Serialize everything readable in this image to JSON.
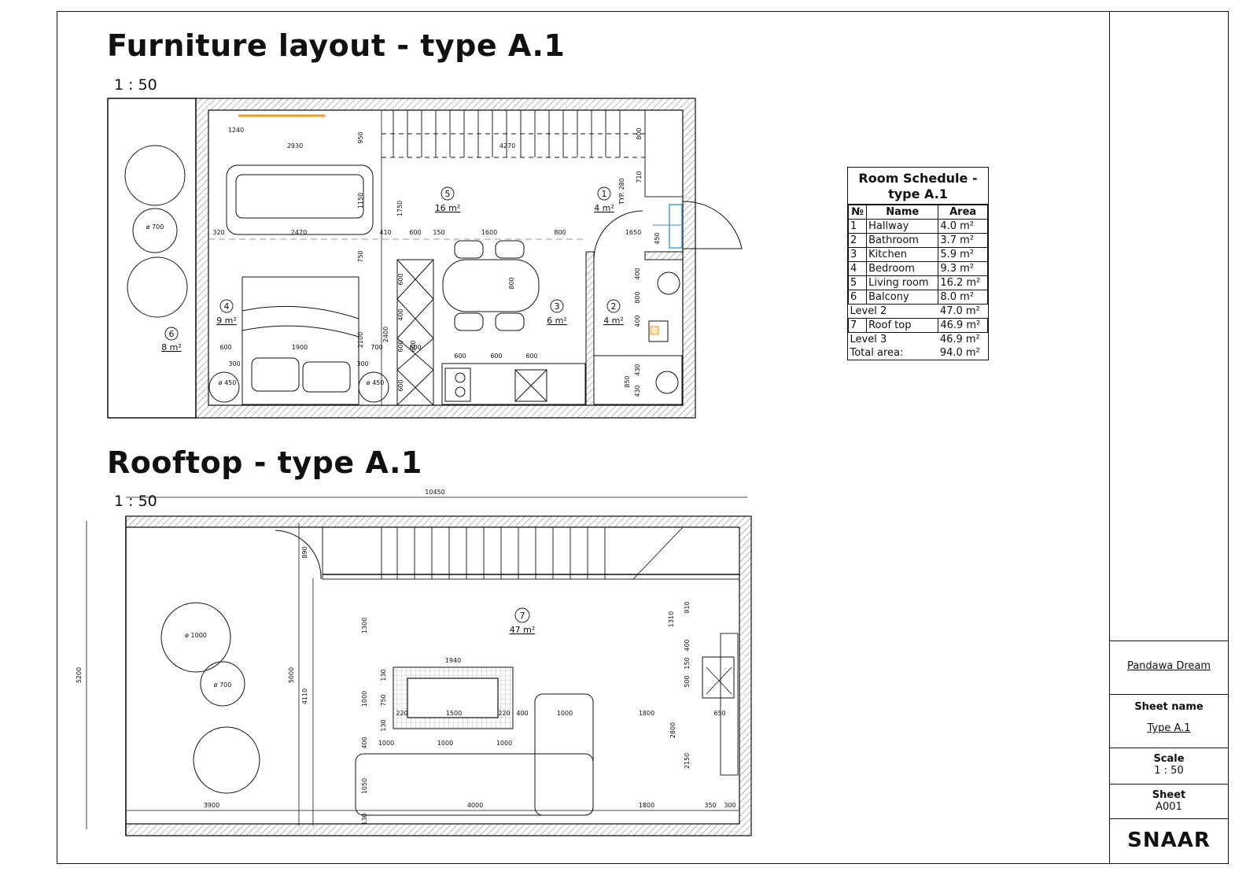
{
  "drawing1": {
    "title": "Furniture layout - type A.1",
    "scale": "1 : 50",
    "rooms": [
      {
        "num": "1",
        "area": "4 m²"
      },
      {
        "num": "2",
        "area": "4 m²"
      },
      {
        "num": "3",
        "area": "6 m²"
      },
      {
        "num": "4",
        "area": "9 m²"
      },
      {
        "num": "5",
        "area": "16 m²"
      },
      {
        "num": "6",
        "area": "8 m²"
      }
    ],
    "dimensions": [
      "1240",
      "2930",
      "950",
      "4270",
      "800",
      "710",
      "TYP. 280",
      "1150",
      "1750",
      "320",
      "2470",
      "410",
      "600",
      "150",
      "1600",
      "800",
      "1650",
      "450",
      "750",
      "ø 700",
      "600",
      "400",
      "600",
      "800",
      "400",
      "800",
      "400",
      "2400",
      "2100",
      "600",
      "1900",
      "700",
      "600",
      "600",
      "600",
      "600",
      "300",
      "300",
      "ø 450",
      "ø 450",
      "850",
      "430",
      "430",
      "600",
      "600"
    ]
  },
  "drawing2": {
    "title": "Rooftop - type A.1",
    "scale": "1 : 50",
    "rooms": [
      {
        "num": "7",
        "area": "47 m²"
      }
    ],
    "dimensions": [
      "10450",
      "5200",
      "5000",
      "4110",
      "890",
      "1300",
      "1940",
      "130",
      "750",
      "130",
      "1000",
      "220",
      "1500",
      "220",
      "400",
      "1000",
      "1800",
      "650",
      "1310",
      "910",
      "400",
      "150",
      "500",
      "2800",
      "2150",
      "400",
      "1000",
      "1000",
      "1000",
      "1050",
      "130",
      "3900",
      "4000",
      "1800",
      "350",
      "300",
      "ø 1000",
      "ø 700"
    ]
  },
  "schedule": {
    "title": "Room Schedule - type A.1",
    "headers": [
      "№",
      "Name",
      "Area"
    ],
    "rows": [
      {
        "no": "1",
        "name": "Hallway",
        "area": "4.0 m²"
      },
      {
        "no": "2",
        "name": "Bathroom",
        "area": "3.7 m²"
      },
      {
        "no": "3",
        "name": "Kitchen",
        "area": "5.9 m²"
      },
      {
        "no": "4",
        "name": "Bedroom",
        "area": "9.3 m²"
      },
      {
        "no": "5",
        "name": "Living room",
        "area": "16.2 m²"
      },
      {
        "no": "6",
        "name": "Balcony",
        "area": "8.0 m²"
      }
    ],
    "level2": {
      "label": "Level 2",
      "area": "47.0 m²"
    },
    "row7": {
      "no": "7",
      "name": "Roof top",
      "area": "46.9 m²"
    },
    "level3": {
      "label": "Level 3",
      "area": "46.9 m²"
    },
    "total": {
      "label": "Total area:",
      "area": "94.0 m²"
    }
  },
  "titleblock": {
    "project": "Pandawa Dream",
    "sheet_name_label": "Sheet name",
    "sheet_name": "Type A.1",
    "scale_label": "Scale",
    "scale": "1 : 50",
    "sheet_label": "Sheet",
    "sheet": "A001",
    "brand": "SNAAR"
  },
  "colors": {
    "accent_orange": "#f39a1e",
    "accent_blue": "#2f8fd8",
    "line": "#111111"
  }
}
